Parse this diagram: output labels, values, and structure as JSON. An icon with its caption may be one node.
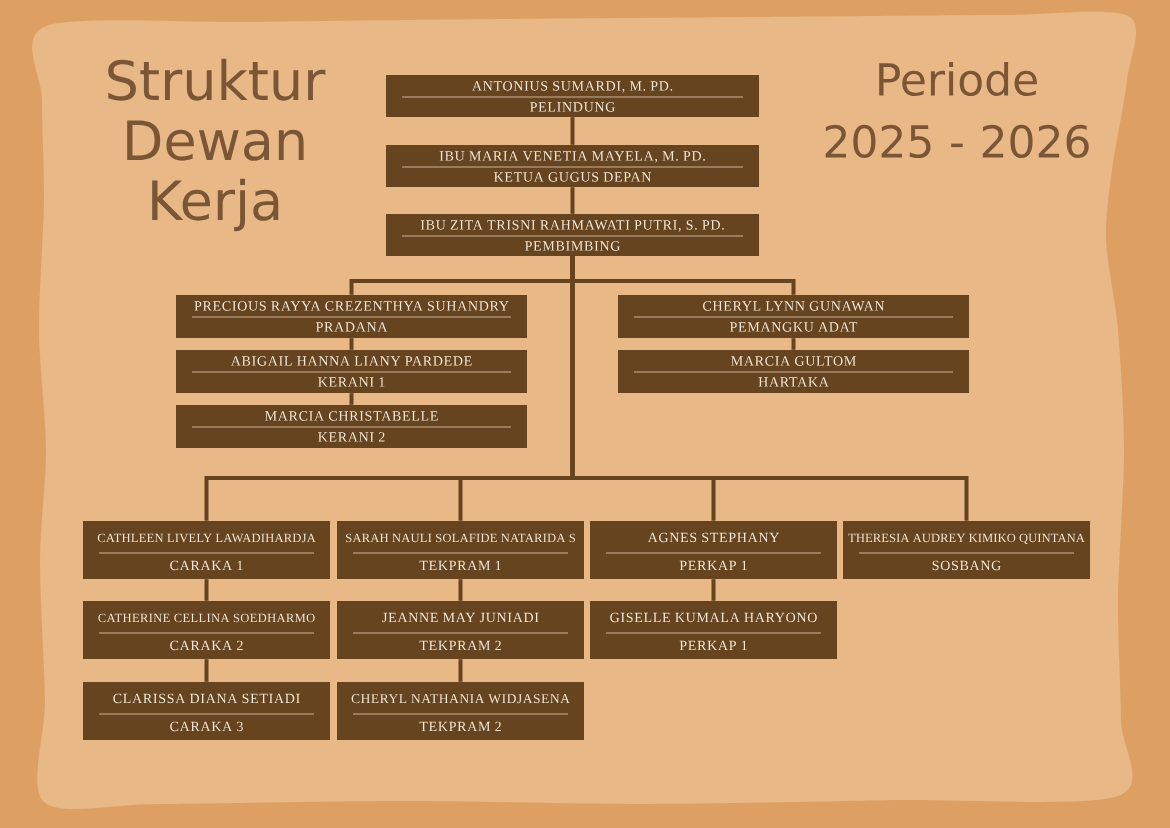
{
  "diagram": {
    "title": "Struktur Dewan Kerja",
    "nodes": [
      {
        "text": [
          "ANTONIUS SUMARDI, M. PD.",
          "PELINDUNG"
        ]
      },
      {
        "text": [
          "IBU MARIA VENETIA MAYELA, M. PD.",
          "KETUA GUGUS DEPAN"
        ]
      },
      {
        "text": [
          "IBU ZITA TRISNI RAHMAWATI PUTRI, S. PD.",
          "PEMBIMBING"
        ]
      },
      {
        "text": [
          "PRECIOUS RAYYA CREZENTHYA SUHANDRY",
          "PRADANA"
        ]
      },
      {
        "text": [
          "CHERYL LYNN GUNAWAN",
          "PEMANGKU ADAT"
        ]
      },
      {
        "text": [
          "ABIGAIL HANNA LIANY PARDEDE",
          "KERANI 1"
        ]
      },
      {
        "text": [
          "MARCIA GULTOM",
          "HARTAKA"
        ]
      },
      {
        "text": [
          "MARCIA CHRISTABELLE",
          "KERANI 2"
        ]
      },
      {
        "text": [
          "CATHLEEN LIVELY LAWADIHARDJA",
          "CARAKA 1"
        ]
      },
      {
        "text": [
          "SARAH NAULI SOLAFIDE NATARIDA S",
          "TEKPRAM 1"
        ]
      },
      {
        "text": [
          "AGNES STEPHANY",
          "PERKAP 1"
        ]
      },
      {
        "text": [
          "THERESIA AUDREY KIMIKO QUINTANA",
          "SOSBANG"
        ]
      },
      {
        "text": [
          "CATHERINE CELLINA SOEDHARMO",
          "CARAKA 2"
        ]
      },
      {
        "text": [
          "JEANNE MAY JUNIADI",
          "TEKPRAM 2"
        ]
      },
      {
        "text": [
          "GISELLE KUMALA HARYONO",
          "PERKAP 1"
        ]
      },
      {
        "text": [
          "CLARISSA DIANA SETIADI",
          "CARAKA 3"
        ]
      },
      {
        "text": [
          "CHERYL NATHANIA WIDJASENA",
          "TEKPRAM 2"
        ]
      }
    ],
    "edges": [
      {
        "from": 0,
        "to": 1,
        "arrow": "none"
      },
      {
        "from": 1,
        "to": 2,
        "arrow": "none"
      },
      {
        "from": 2,
        "to": 3,
        "arrow": "none"
      },
      {
        "from": 2,
        "to": 4,
        "arrow": "none"
      },
      {
        "from": 3,
        "to": 5,
        "arrow": "none"
      },
      {
        "from": 5,
        "to": 7,
        "arrow": "none"
      },
      {
        "from": 4,
        "to": 6,
        "arrow": "none"
      },
      {
        "from": 2,
        "to": 8,
        "arrow": "none"
      },
      {
        "from": 2,
        "to": 9,
        "arrow": "none"
      },
      {
        "from": 2,
        "to": 10,
        "arrow": "none"
      },
      {
        "from": 2,
        "to": 11,
        "arrow": "none"
      },
      {
        "from": 8,
        "to": 12,
        "arrow": "none"
      },
      {
        "from": 12,
        "to": 15,
        "arrow": "none"
      },
      {
        "from": 9,
        "to": 13,
        "arrow": "none"
      },
      {
        "from": 13,
        "to": 16,
        "arrow": "none"
      },
      {
        "from": 10,
        "to": 14,
        "arrow": "none"
      }
    ],
    "labels": [
      "Periode 2025 - 2026"
    ]
  }
}
